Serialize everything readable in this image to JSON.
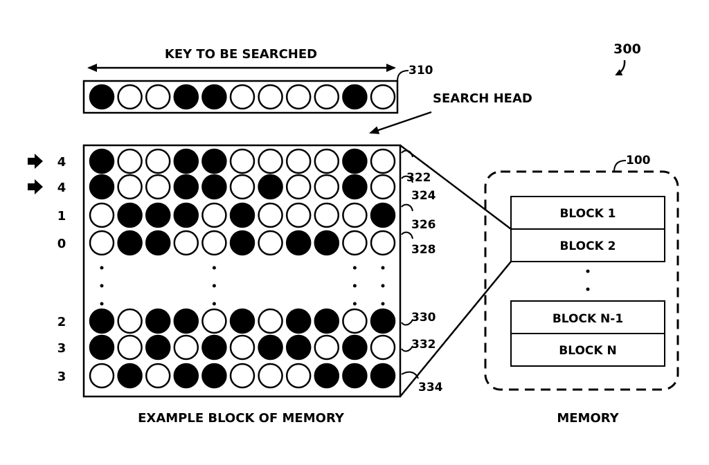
{
  "figure": {
    "number": "300",
    "colors": {
      "ink": "#000000",
      "background": "#ffffff"
    }
  },
  "key": {
    "title": "KEY TO BE SEARCHED",
    "ref": "310",
    "bits": [
      1,
      0,
      0,
      1,
      1,
      0,
      0,
      0,
      0,
      1,
      0
    ]
  },
  "search_head": {
    "label": "SEARCH HEAD"
  },
  "block": {
    "caption": "EXAMPLE BLOCK OF MEMORY",
    "rows": [
      {
        "ref": "322",
        "count": "4",
        "match": true,
        "bits": [
          1,
          0,
          0,
          1,
          1,
          0,
          0,
          0,
          0,
          1,
          0
        ]
      },
      {
        "ref": "324",
        "count": "4",
        "match": true,
        "bits": [
          1,
          0,
          0,
          1,
          1,
          0,
          1,
          0,
          0,
          1,
          0
        ]
      },
      {
        "ref": "326",
        "count": "1",
        "match": false,
        "bits": [
          0,
          1,
          1,
          1,
          0,
          1,
          0,
          0,
          0,
          0,
          1
        ]
      },
      {
        "ref": "328",
        "count": "0",
        "match": false,
        "bits": [
          0,
          1,
          1,
          0,
          0,
          1,
          0,
          1,
          1,
          0,
          0
        ]
      },
      {
        "ref": "330",
        "count": "2",
        "match": false,
        "bits": [
          1,
          0,
          1,
          1,
          0,
          1,
          0,
          1,
          1,
          0,
          1
        ]
      },
      {
        "ref": "332",
        "count": "3",
        "match": false,
        "bits": [
          1,
          0,
          1,
          0,
          1,
          0,
          1,
          1,
          0,
          1,
          0
        ]
      },
      {
        "ref": "334",
        "count": "3",
        "match": false,
        "bits": [
          0,
          1,
          0,
          1,
          1,
          0,
          0,
          0,
          1,
          1,
          1
        ]
      }
    ],
    "ellipsis_columns": [
      0,
      4,
      9,
      10
    ]
  },
  "memory": {
    "caption": "MEMORY",
    "ref": "100",
    "blocks_top": [
      "BLOCK 1",
      "BLOCK 2"
    ],
    "blocks_bottom": [
      "BLOCK N-1",
      "BLOCK N"
    ]
  }
}
